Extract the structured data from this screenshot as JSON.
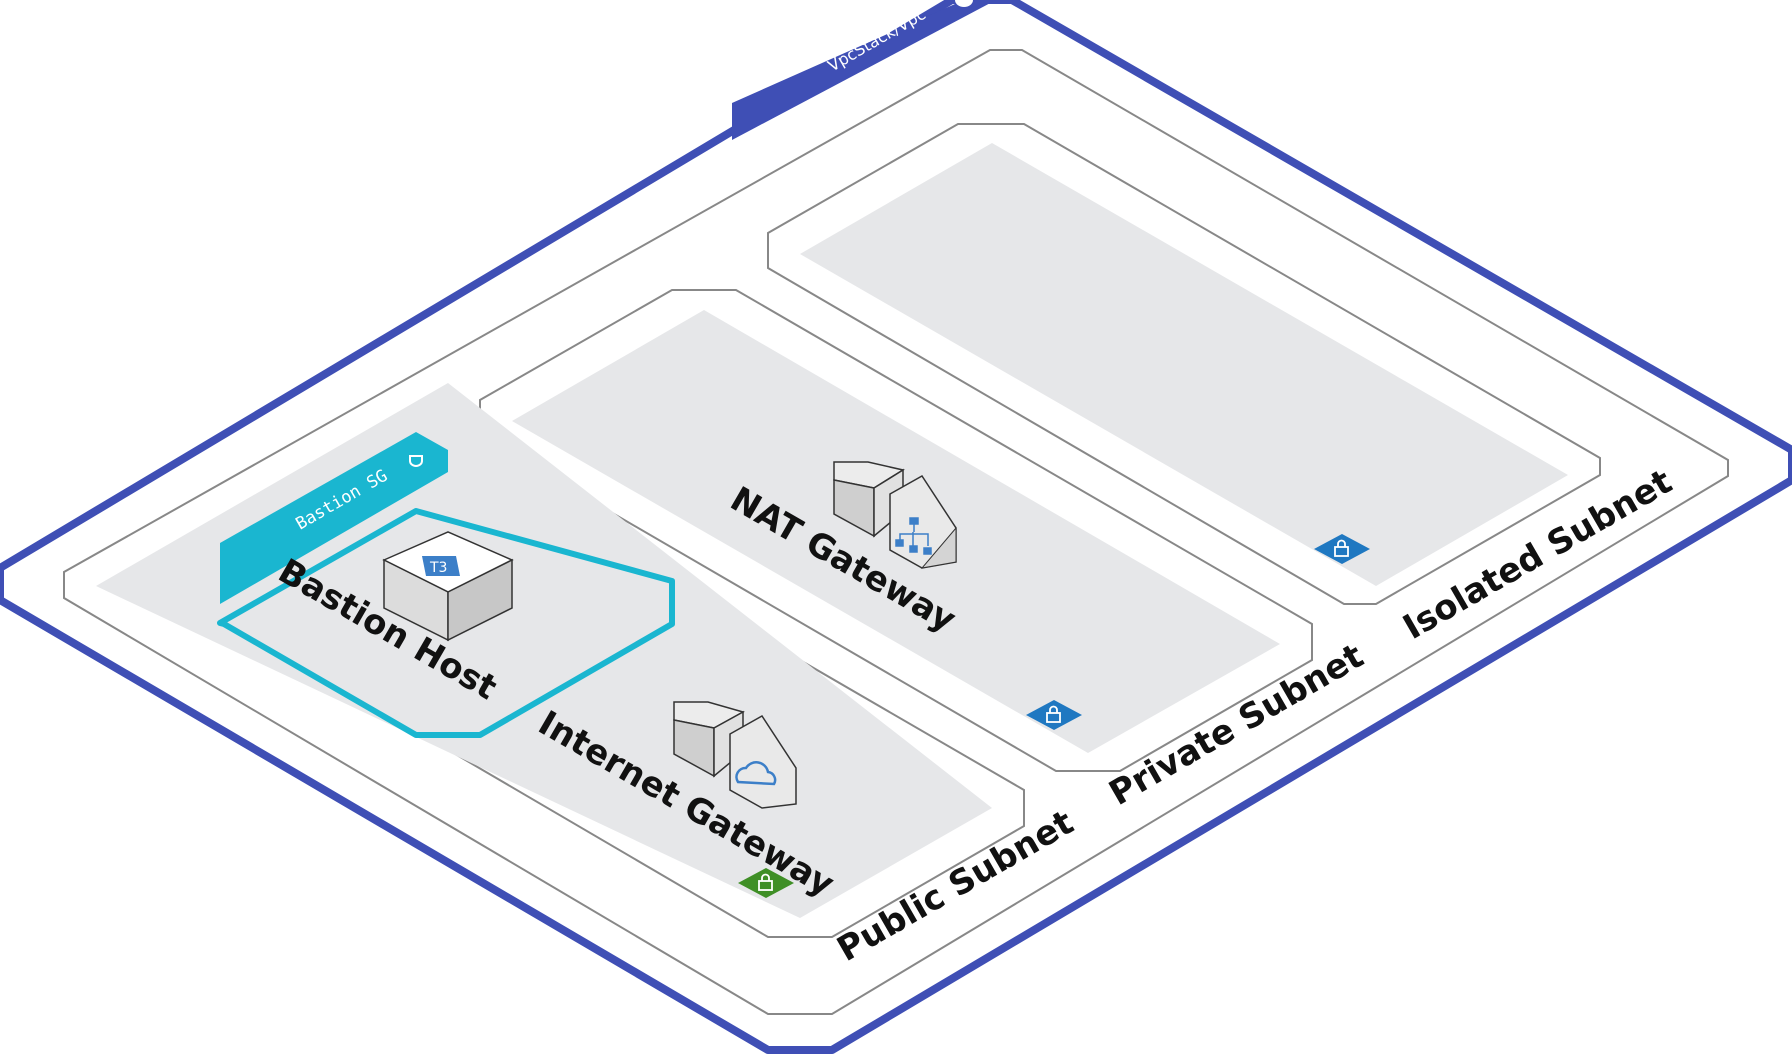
{
  "vpc": {
    "label": "VpcStack/Vpc",
    "color": "#3f4fb5"
  },
  "subnets": [
    {
      "id": "public",
      "label": "Public Subnet",
      "badge_color": "#3f8f26"
    },
    {
      "id": "private",
      "label": "Private Subnet",
      "badge_color": "#1f78c1"
    },
    {
      "id": "isolated",
      "label": "Isolated Subnet",
      "badge_color": "#1f78c1"
    }
  ],
  "security_group": {
    "label": "Bastion SG",
    "color": "#1ab6d0"
  },
  "nodes": {
    "bastion": {
      "label": "Bastion Host",
      "chip": "T3",
      "icon": "ec2-instance-icon"
    },
    "internet_gateway": {
      "label": "Internet Gateway",
      "icon": "cloud-icon"
    },
    "nat_gateway": {
      "label": "NAT Gateway",
      "icon": "network-hierarchy-icon"
    }
  },
  "colors": {
    "subnet_fill": "#e6e7e9",
    "subnet_outline": "#888888",
    "block_side": "#c9cacb"
  }
}
